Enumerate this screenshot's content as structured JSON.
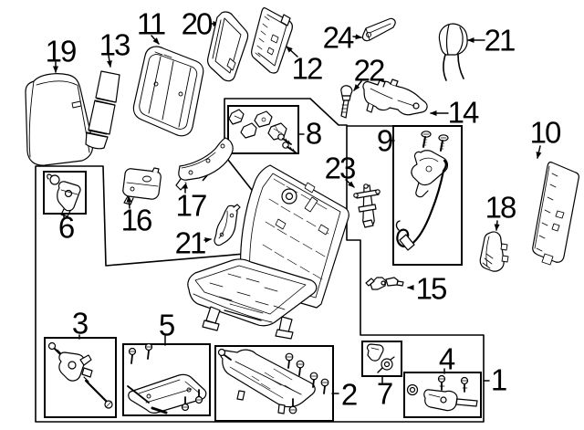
{
  "diagram": {
    "background_color": "#ffffff",
    "line_color": "#000000",
    "callouts": [
      {
        "label": "19"
      },
      {
        "label": "13"
      },
      {
        "label": "11"
      },
      {
        "label": "20"
      },
      {
        "label": "12"
      },
      {
        "label": "24"
      },
      {
        "label": "21"
      },
      {
        "label": "22"
      },
      {
        "label": "14"
      },
      {
        "label": "8"
      },
      {
        "label": "9"
      },
      {
        "label": "23"
      },
      {
        "label": "10"
      },
      {
        "label": "18"
      },
      {
        "label": "16"
      },
      {
        "label": "17"
      },
      {
        "label": "21"
      },
      {
        "label": "6"
      },
      {
        "label": "15"
      },
      {
        "label": "3"
      },
      {
        "label": "5"
      },
      {
        "label": "2"
      },
      {
        "label": "7"
      },
      {
        "label": "4"
      },
      {
        "label": "1"
      }
    ]
  }
}
